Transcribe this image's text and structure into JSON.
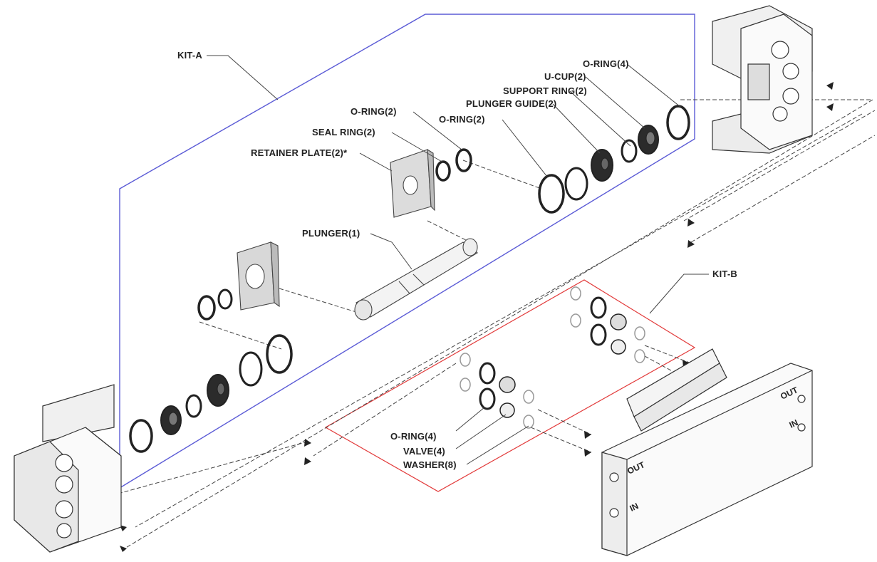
{
  "diagram": {
    "kits": [
      {
        "id": "kit-a",
        "label": "KIT-A"
      },
      {
        "id": "kit-b",
        "label": "KIT-B"
      }
    ],
    "callouts": {
      "kit_a": "KIT-A",
      "kit_b": "KIT-B",
      "o_ring_4_top": "O-RING(4)",
      "u_cup": "U-CUP(2)",
      "support_ring": "SUPPORT RING(2)",
      "plunger_guide": "PLUNGER GUIDE(2)",
      "o_ring_2_top": "O-RING(2)",
      "o_ring_2_mid": "O-RING(2)",
      "seal_ring": "SEAL RING(2)",
      "retainer_plate": "RETAINER PLATE(2)*",
      "plunger": "PLUNGER(1)",
      "o_ring_4_bottom": "O-RING(4)",
      "valve": "VALVE(4)",
      "washer": "WASHER(8)"
    },
    "manifold_labels": {
      "out_top": "OUT",
      "in_top": "IN",
      "out_front": "OUT",
      "in_front": "IN"
    },
    "colors": {
      "kit_a_outline": "#5b5bd6",
      "kit_b_outline": "#e23a3a",
      "line": "#333333",
      "part_dark": "#2b2b2b",
      "part_light": "#e8e8e8"
    }
  }
}
